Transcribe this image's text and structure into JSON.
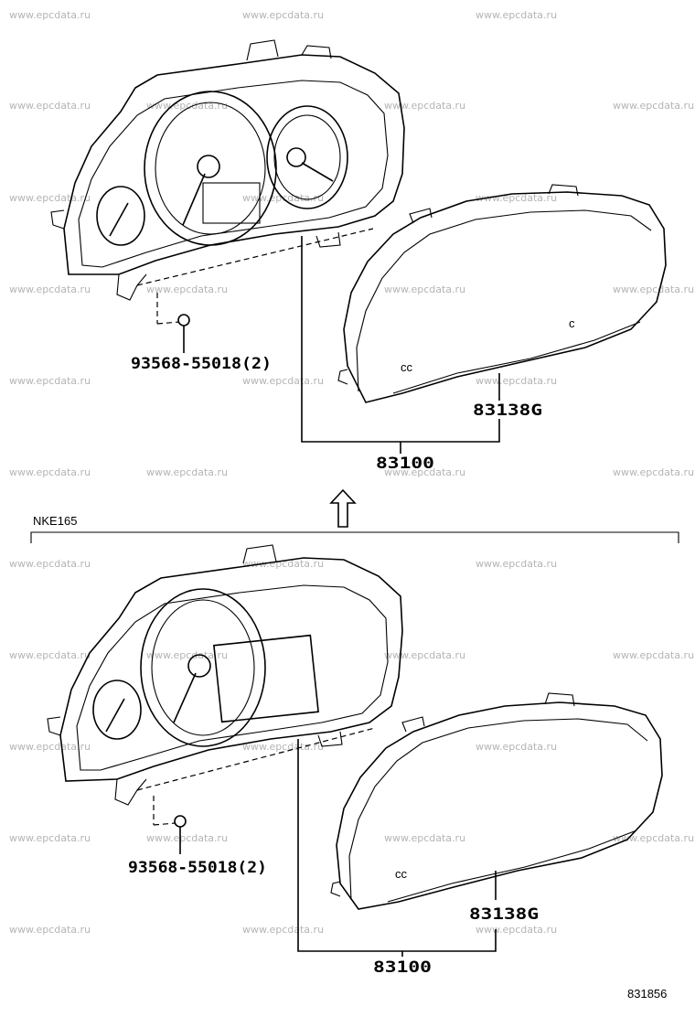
{
  "watermark_text": "www.epcdata.ru",
  "upper_assembly": {
    "screw_label": "93568-55018(2)",
    "lens_label": "83138G",
    "meter_label": "83100"
  },
  "variant_note": "NKE165",
  "lower_assembly": {
    "screw_label": "93568-55018(2)",
    "lens_label": "83138G",
    "meter_label": "83100"
  },
  "diagram_id": "831856"
}
